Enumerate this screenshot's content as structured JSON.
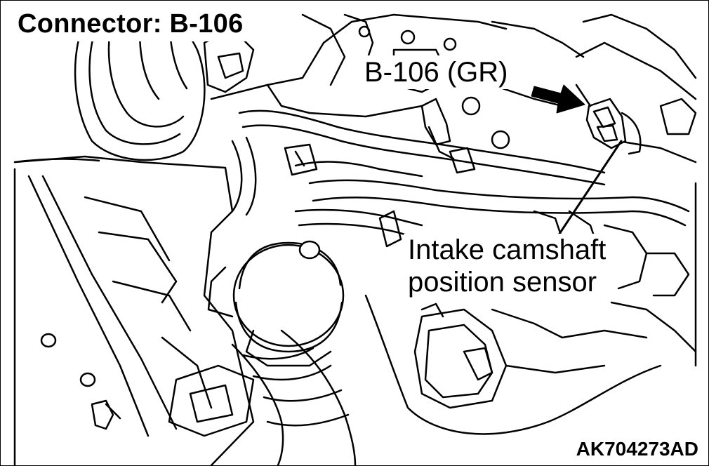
{
  "title": "Connector: B-106",
  "callouts": {
    "connector": "B-106 (GR)",
    "sensor_line1": "Intake camshaft",
    "sensor_line2": "position sensor"
  },
  "figure_code": "AK704273AD",
  "colors": {
    "ink": "#000000",
    "paper": "#ffffff"
  },
  "icons": [
    "pointer-arrow",
    "leader-line"
  ]
}
